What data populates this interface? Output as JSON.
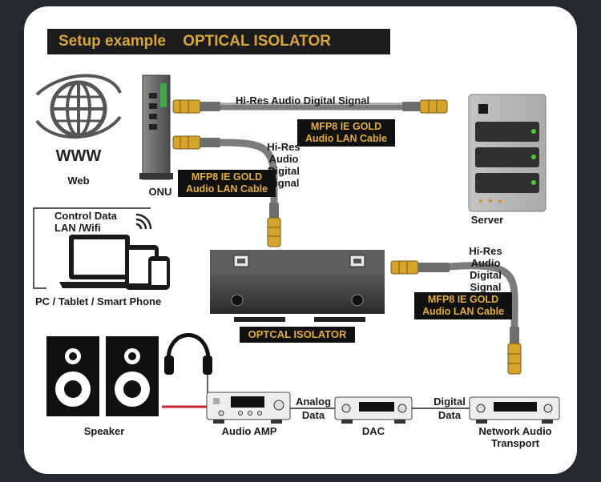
{
  "title": "Setup example    OPTICAL ISOLATOR",
  "labels": {
    "web": "Web",
    "www": "WWW",
    "onu": "ONU",
    "server": "Server",
    "control_data_line1": "Control Data",
    "control_data_line2": "LAN /Wifi",
    "pc_tablet_phone": "PC / Tablet / Smart Phone",
    "signal_top": "Hi-Res Audio Digital Signal",
    "signal_mid": [
      "Hi-Res",
      "Audio",
      "Digital",
      "Signal"
    ],
    "signal_right": [
      "Hi-Res",
      "Audio",
      "Digital",
      "Signal"
    ],
    "isolator": "OPTCAL ISOLATOR",
    "speaker": "Speaker",
    "audio_amp": "Audio AMP",
    "dac": "DAC",
    "transport_line1": "Network Audio",
    "transport_line2": "Transport",
    "analog_data": [
      "Analog",
      "Data"
    ],
    "digital_data": [
      "Digital",
      "Data"
    ]
  },
  "cable_tags": {
    "top": [
      "MFP8 IE GOLD",
      "Audio LAN Cable"
    ],
    "left": [
      "MFP8 IE GOLD",
      "Audio LAN Cable"
    ],
    "right": [
      "MFP8 IE GOLD",
      "Audio LAN Cable"
    ]
  },
  "colors": {
    "cable": "#7c7c7c",
    "connector_gold": "#d6a42b",
    "tag_text": "#e3ad3c",
    "status_led": "#53c43a",
    "speaker_wire": "#c0262b"
  }
}
